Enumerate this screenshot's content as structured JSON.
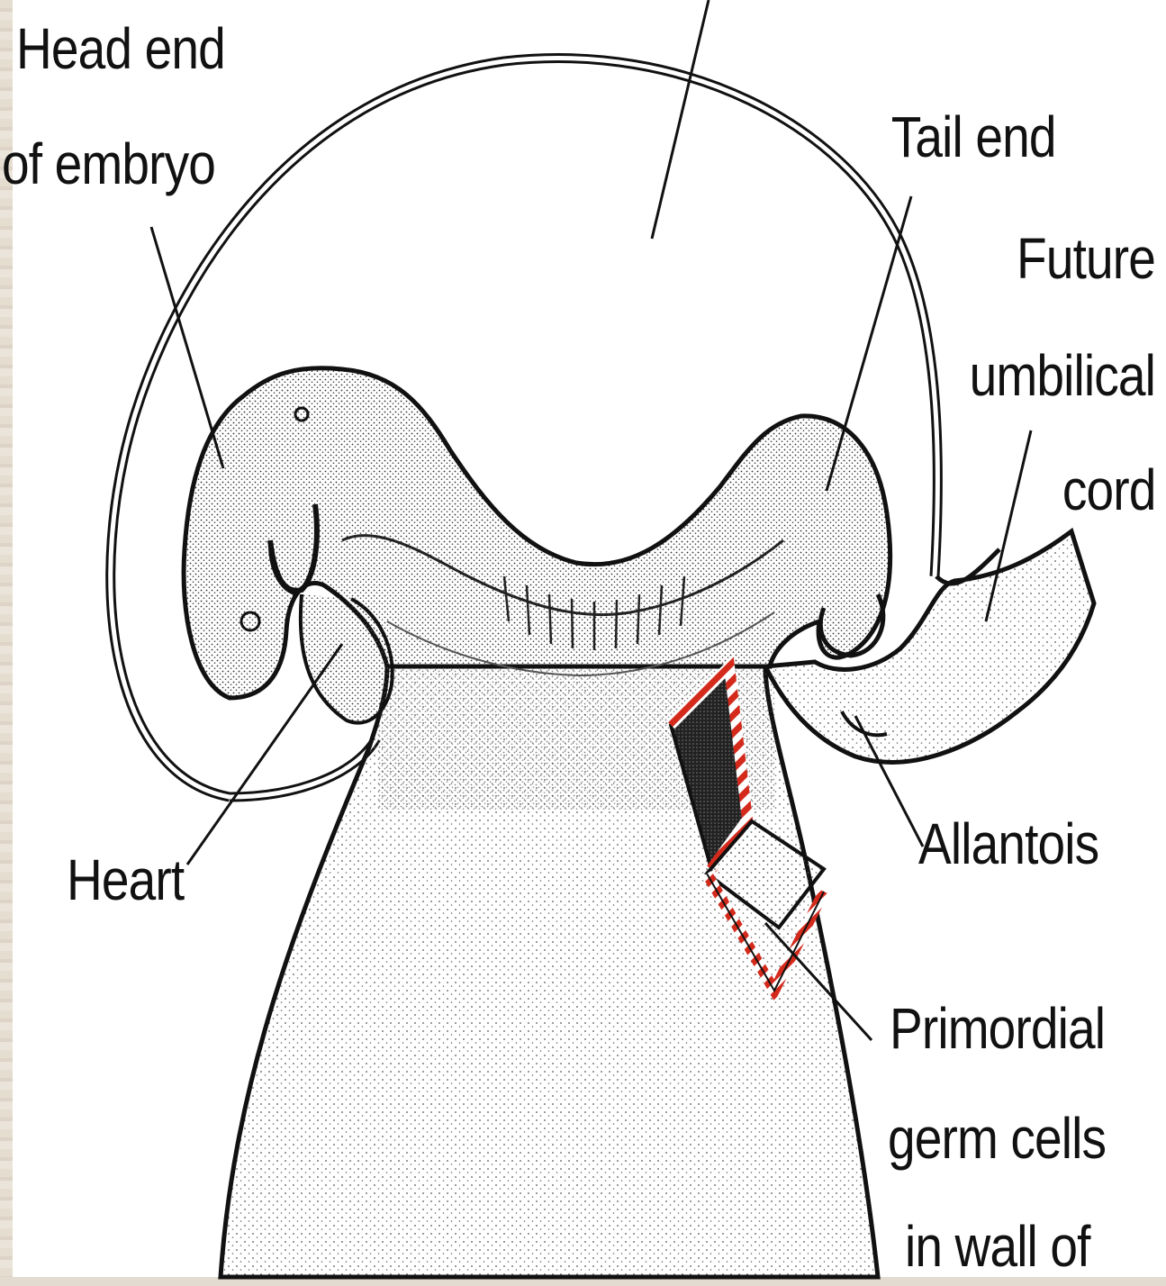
{
  "labels": {
    "head_end_1": "Head end",
    "head_end_2": "of embryo",
    "tail_end": "Tail end",
    "future_1": "Future",
    "future_2": "umbilical",
    "future_3": "cord",
    "heart": "Heart",
    "allantois": "Allantois",
    "germ_1": "Primordial",
    "germ_2": "germ cells",
    "germ_3": "in wall of"
  },
  "colors": {
    "outline": "#111111",
    "stipple": "#444444",
    "germ_cell_accent": "#d42a1c",
    "paper": "#ffffff"
  }
}
